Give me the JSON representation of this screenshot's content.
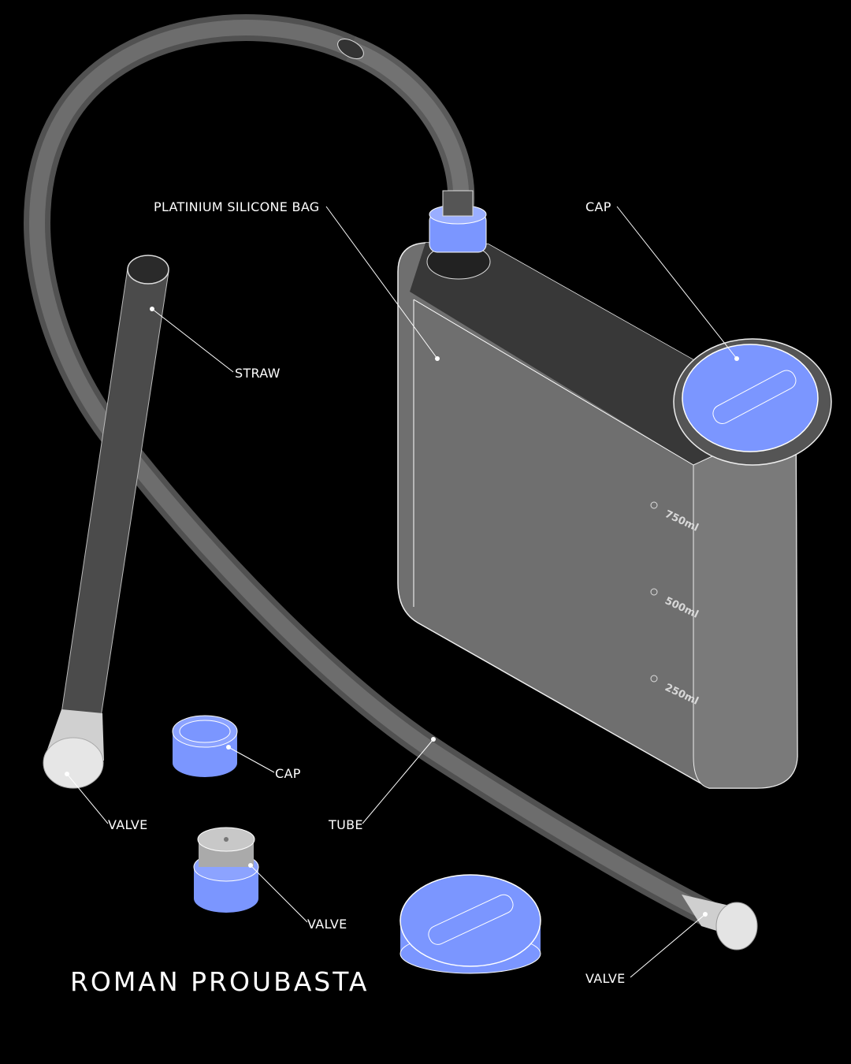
{
  "colors": {
    "background": "#000000",
    "accent_blue": "#7b96ff",
    "bag_gray": "#6f6f6f",
    "outline": "#ffffff"
  },
  "labels": {
    "bag": "PLATINIUM SILICONE BAG",
    "cap_top": "CAP",
    "straw": "STRAW",
    "cap_small": "CAP",
    "valve_straw": "VALVE",
    "tube": "TUBE",
    "valve_small": "VALVE",
    "valve_tube": "VALVE"
  },
  "graduations": [
    "750ml",
    "500ml",
    "250ml"
  ],
  "author": "ROMAN PROUBASTA"
}
